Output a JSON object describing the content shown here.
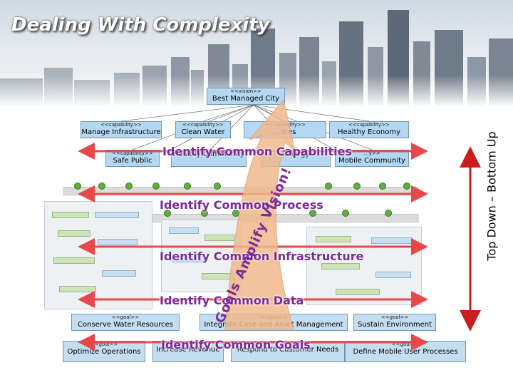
{
  "title": "Dealing With Complexity",
  "vision": {
    "stereotype": "<<vision>>",
    "name": "Best Managed City"
  },
  "capabilities": [
    {
      "stereotype": "<<capability>>",
      "name": "Manage Infrastructure"
    },
    {
      "stereotype": "<<capability>>",
      "name": "Clean Water"
    },
    {
      "stereotype": "<<capability>>",
      "name": "…ities"
    },
    {
      "stereotype": "<<capability>>",
      "name": "Healthy Economy"
    },
    {
      "stereotype": "<<capability>>",
      "name": "Safe Public"
    },
    {
      "stereotype": "",
      "name": "Healthy Community"
    },
    {
      "stereotype": "",
      "name": "…nergy"
    },
    {
      "stereotype": "…y>>",
      "name": "Mobile Community"
    }
  ],
  "goals": [
    {
      "stereotype": "<<goal>>",
      "name": "Conserve Water Resources"
    },
    {
      "stereotype": "<<goal>>",
      "name": "Integrate Case and Asset Management"
    },
    {
      "stereotype": "<<goal>>",
      "name": "Sustain Environment"
    },
    {
      "stereotype": "<<goal>>",
      "name": "Optimize Operations"
    },
    {
      "stereotype": "",
      "name": "Increase Revenue"
    },
    {
      "stereotype": "",
      "name": "Respond to Customer Needs"
    },
    {
      "stereotype": "<<goal>>",
      "name": "Define Mobile User Processes"
    }
  ],
  "overlay_labels": {
    "capabilities": "Identify Common Capabilities",
    "process": "Identify Common Process",
    "infrastructure": "Identify Common Infrastructure",
    "data": "Identify Common Data",
    "goals": "Identify Common Goals"
  },
  "arrow_text": "Goals Amplify Vision!",
  "side_label": "Top Down – Bottom Up",
  "colors": {
    "arrow": "#f0b98c",
    "overlay_text": "#7a2a9a",
    "box": "#b4d8f2"
  }
}
